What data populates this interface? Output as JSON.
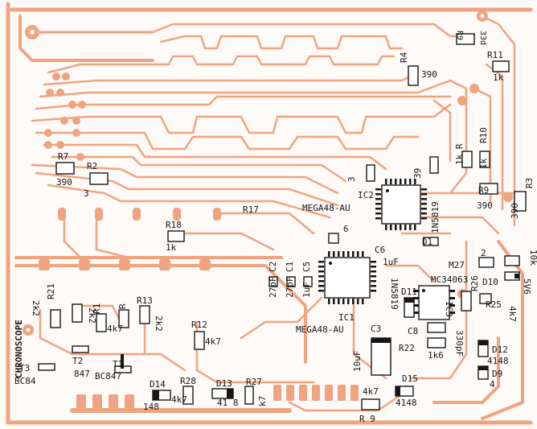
{
  "board": {
    "title": "CHRONOSCOPE",
    "copper_color": "#f0a37f",
    "silk_color": "#161616",
    "background_color": "#fdfaf7"
  },
  "ics": {
    "ic1": {
      "ref": "IC1",
      "part": "MEGA48-AU"
    },
    "ic2": {
      "ref": "IC2",
      "part": "MEGA48-AU"
    },
    "ic3": {
      "ref": "IC3",
      "part": "MC34063"
    }
  },
  "labels": {
    "r9_top": "R9",
    "r9_top_val": "33d",
    "r4": "R4",
    "r4_val": "390",
    "r11": "R11",
    "r11_val": "1k",
    "r7": "R7",
    "r7_val": "390",
    "r2": "R2",
    "r2_val": "3",
    "r10": "R10",
    "r10_val": "1k",
    "r_1k_r": "1k R",
    "r3": "R3",
    "r3_val": "390",
    "r9": "R9",
    "r9_val": "390",
    "r18": "R18",
    "r18_val": "1k",
    "r17": "R17",
    "num_3": "3",
    "num_39": "39",
    "num_6": "6",
    "c6": "C6",
    "c6_val": "1uF",
    "d1": "D1",
    "d1_val": "1N5819",
    "c2": "C2",
    "c1": "C1",
    "c5": "C5",
    "c2_val": "27pF",
    "c1_val": "27pF",
    "c5_val": "1uF",
    "m27": "M27",
    "num_2": "2",
    "r_10k": "10k",
    "r_5v6": "5V6",
    "d10": "D10",
    "r25": "R25",
    "r25_val": "4k7",
    "d11": "D11",
    "d11_val": "1N5819",
    "r26": "R26",
    "c8": "C8",
    "c8_val": "330pF",
    "r22": "R22",
    "r22_val": "1k6",
    "d12": "D12",
    "d12_val": "4148",
    "d9": "D9",
    "d9_val": "4",
    "c3": "C3",
    "c3_val": "10uF",
    "d15": "D15",
    "d15_val": "4148",
    "r_4k7_bot": "4k7",
    "r_9": "R 9",
    "r27": "R27",
    "r27_val": "k7",
    "d13": "D13",
    "d13_val": "41 8",
    "r28": "R28",
    "r28_val": "4k7",
    "d14": "D14",
    "d14_val": "148",
    "r12": "R12",
    "r12_val": "4k7",
    "r13": "R13",
    "r13_val": "2k2",
    "r21": "R21",
    "r21_val": "2k2",
    "r1": "R1",
    "r1_val": "2k2",
    "r_r": "R",
    "r_4k7": "4k7",
    "t1": "T1",
    "t1_val": "BC847",
    "t2": "T2",
    "t2_val": "847",
    "t3": "T3",
    "t3_val": "BC84"
  }
}
